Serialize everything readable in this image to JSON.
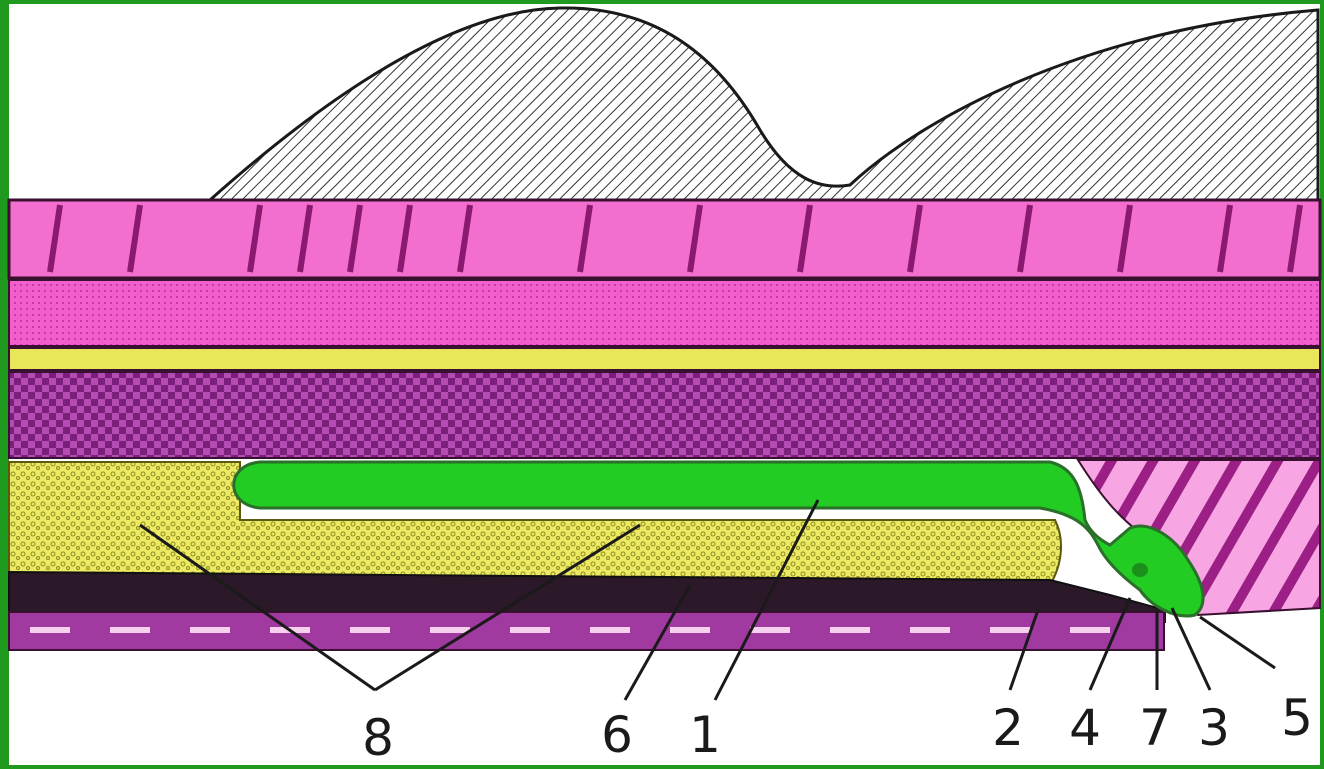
{
  "diagram": {
    "callouts": [
      {
        "id": "label-8",
        "text": "8"
      },
      {
        "id": "label-6",
        "text": "6"
      },
      {
        "id": "label-1",
        "text": "1"
      },
      {
        "id": "label-2",
        "text": "2"
      },
      {
        "id": "label-4",
        "text": "4"
      },
      {
        "id": "label-7",
        "text": "7"
      },
      {
        "id": "label-3",
        "text": "3"
      },
      {
        "id": "label-5",
        "text": "5"
      }
    ],
    "colors": {
      "frame": "#1f9a1f",
      "gland": "#22cc22",
      "gland_outline": "#2a6f2a",
      "pink_layer": "#f26fd0",
      "pink_light": "#f7a6e3",
      "yellow_layer": "#e9e65a",
      "purple_layer": "#a03aa0",
      "dark_band": "#2b1828",
      "hatch": "#333333"
    }
  }
}
